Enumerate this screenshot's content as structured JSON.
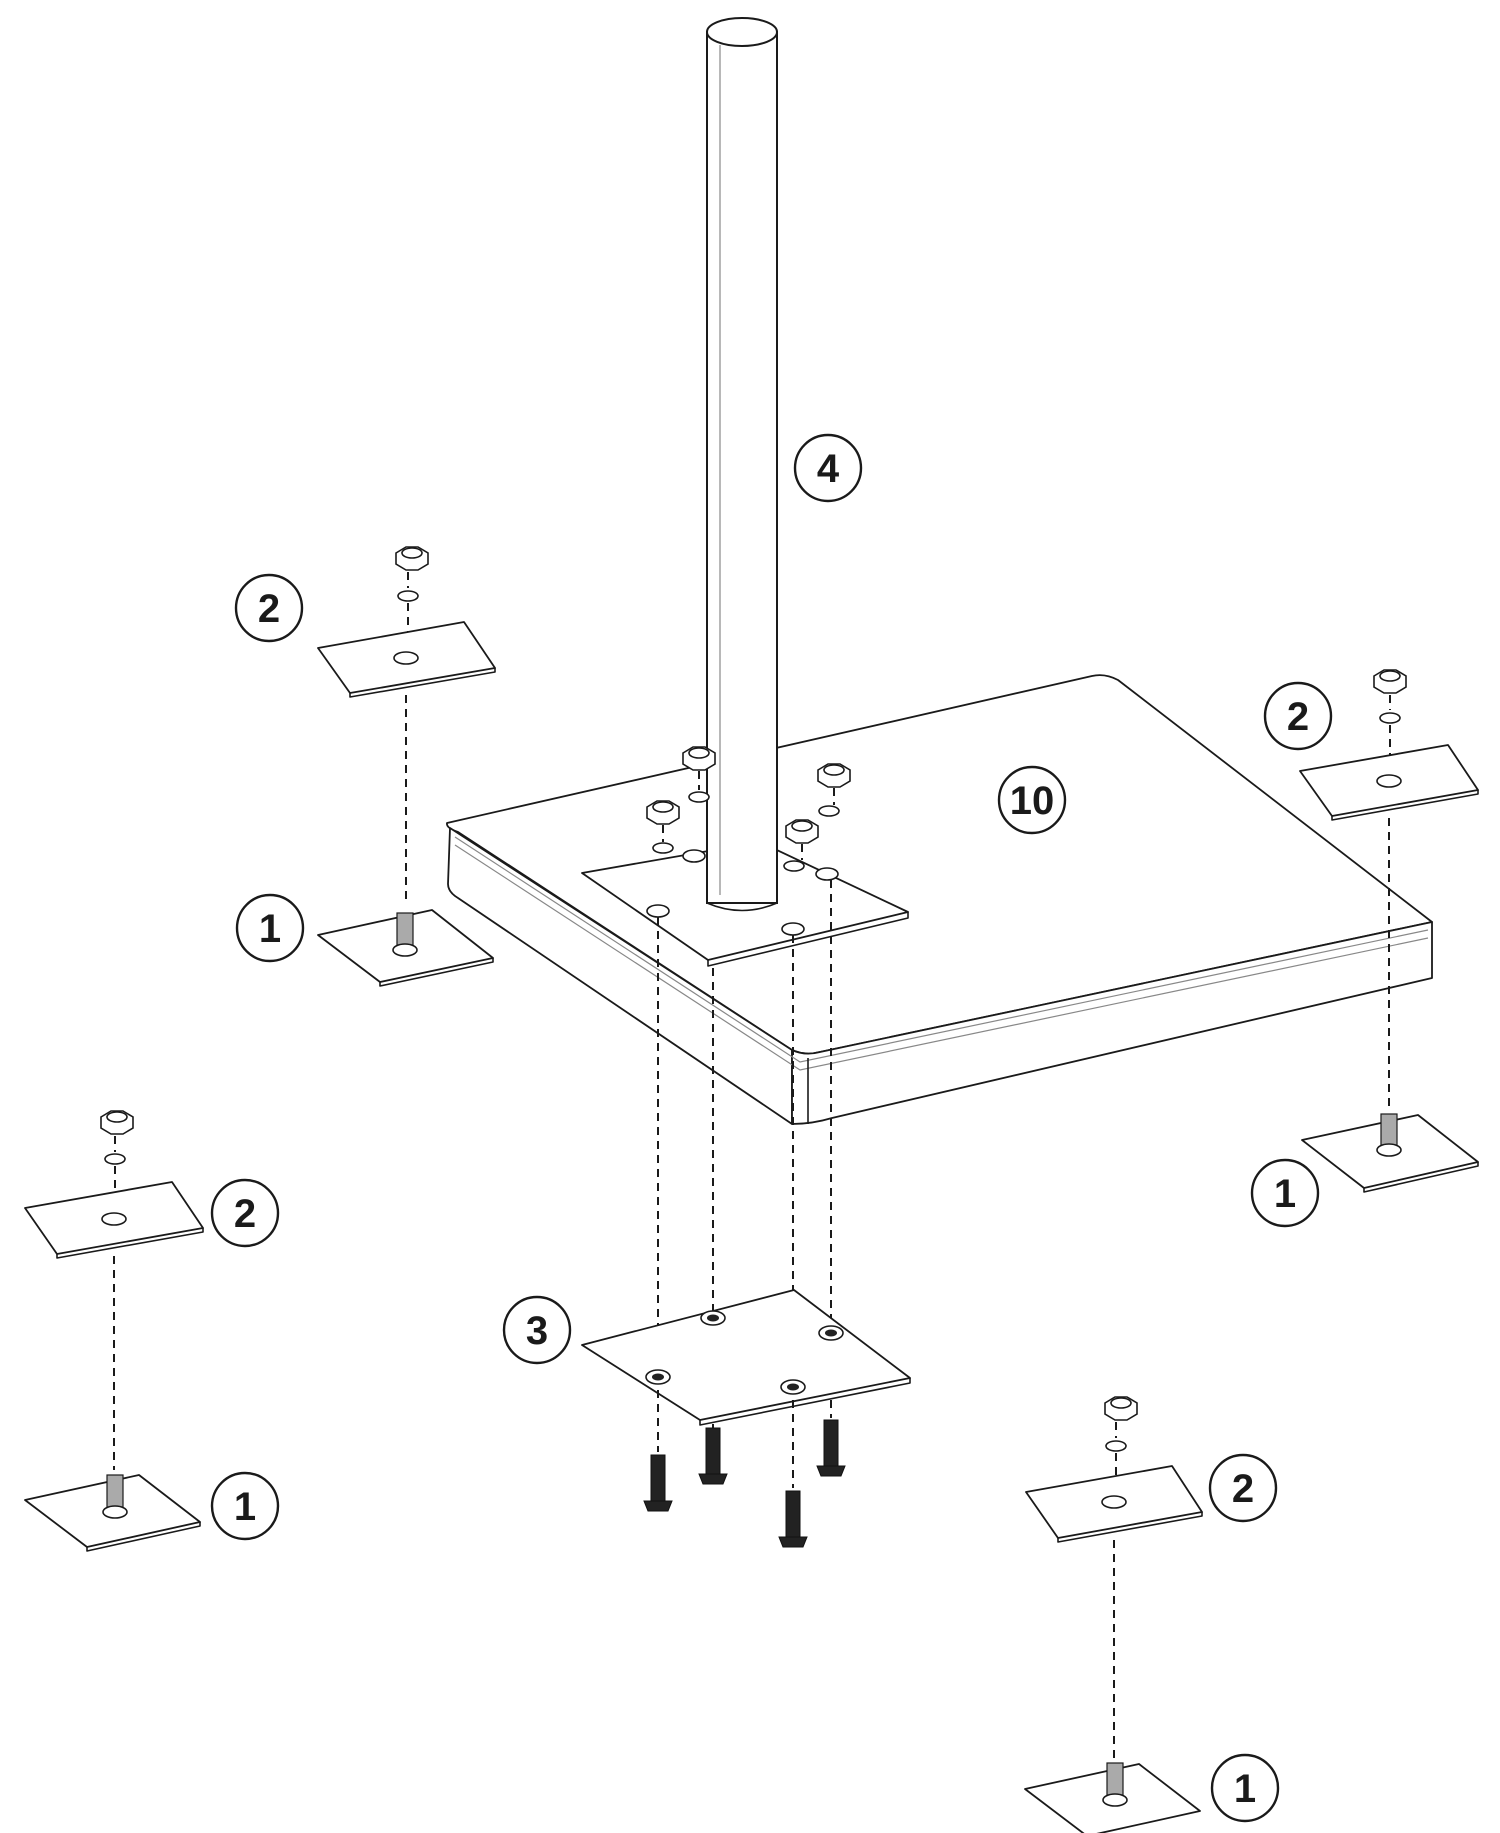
{
  "callouts": {
    "post": "4",
    "base_block": "10",
    "bottom_plate": "3",
    "plate_2": "2",
    "plate_1": "1"
  },
  "colors": {
    "line": "#1a1a1a",
    "fill": "#ffffff",
    "fastener": "#222222",
    "highlight": "#888888"
  }
}
